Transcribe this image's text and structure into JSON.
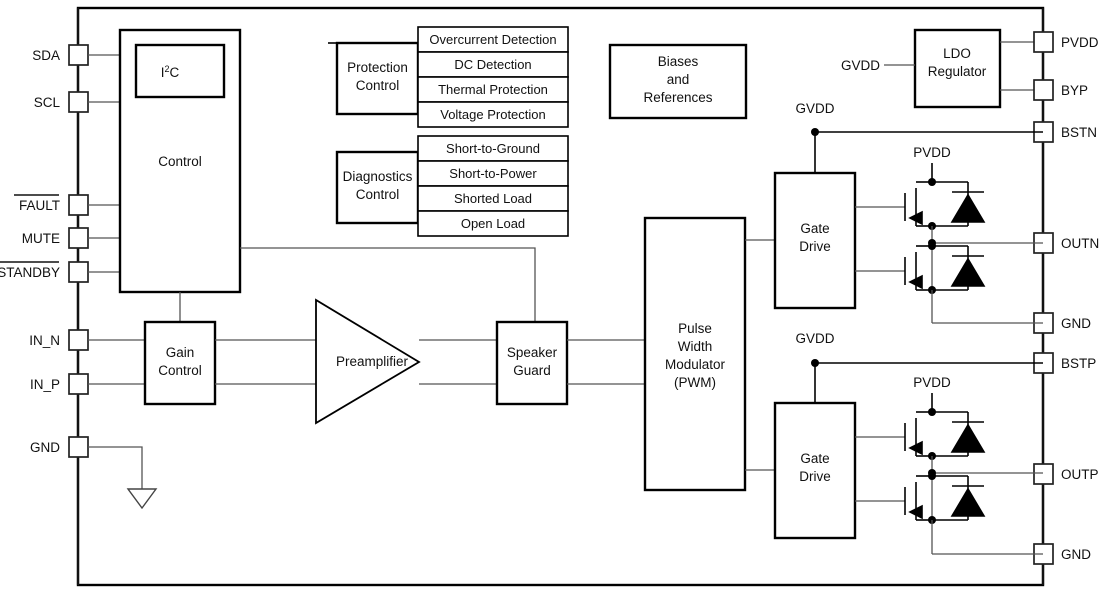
{
  "diagram": {
    "title": "Class-D Audio Amplifier Functional Block Diagram",
    "colors": {
      "background": "#ffffff",
      "outline": "#000000",
      "wire": "#555555",
      "rail": "#111111"
    }
  },
  "left_pins": [
    {
      "label": "SDA",
      "overline": false
    },
    {
      "label": "SCL",
      "overline": false
    },
    {
      "label": "FAULT",
      "overline": true
    },
    {
      "label": "MUTE",
      "overline": false
    },
    {
      "label": "STANDBY",
      "overline": true
    },
    {
      "label": "IN_N",
      "overline": false
    },
    {
      "label": "IN_P",
      "overline": false
    },
    {
      "label": "GND",
      "overline": false
    }
  ],
  "right_pins": [
    {
      "label": "PVDD"
    },
    {
      "label": "BYP"
    },
    {
      "label": "BSTN"
    },
    {
      "label": "OUTN"
    },
    {
      "label": "GND"
    },
    {
      "label": "BSTP"
    },
    {
      "label": "OUTP"
    },
    {
      "label": "GND"
    }
  ],
  "blocks": {
    "control": {
      "label": "Control"
    },
    "i2c": {
      "label_main": "I",
      "label_sup": "2",
      "label_tail": "C"
    },
    "protection": {
      "line1": "Protection",
      "line2": "Control"
    },
    "diagnostics": {
      "line1": "Diagnostics",
      "line2": "Control"
    },
    "biases": {
      "line1": "Biases",
      "line2": "and",
      "line3": "References"
    },
    "ldo": {
      "line1": "LDO",
      "line2": "Regulator"
    },
    "gain": {
      "line1": "Gain",
      "line2": "Control"
    },
    "preamp": {
      "label": "Preamplifier"
    },
    "speaker_guard": {
      "line1": "Speaker",
      "line2": "Guard"
    },
    "pwm": {
      "line1": "Pulse",
      "line2": "Width",
      "line3": "Modulator",
      "line4": "(PWM)"
    },
    "gate_drive_n": {
      "line1": "Gate",
      "line2": "Drive"
    },
    "gate_drive_p": {
      "line1": "Gate",
      "line2": "Drive"
    }
  },
  "protection_items": [
    "Overcurrent Detection",
    "DC Detection",
    "Thermal Protection",
    "Voltage Protection"
  ],
  "diagnostics_items": [
    "Short-to-Ground",
    "Short-to-Power",
    "Shorted Load",
    "Open Load"
  ],
  "supply_labels": {
    "ldo_input": "GVDD",
    "gvdd_n": "GVDD",
    "gvdd_p": "GVDD",
    "pvdd_n": "PVDD",
    "pvdd_p": "PVDD"
  }
}
